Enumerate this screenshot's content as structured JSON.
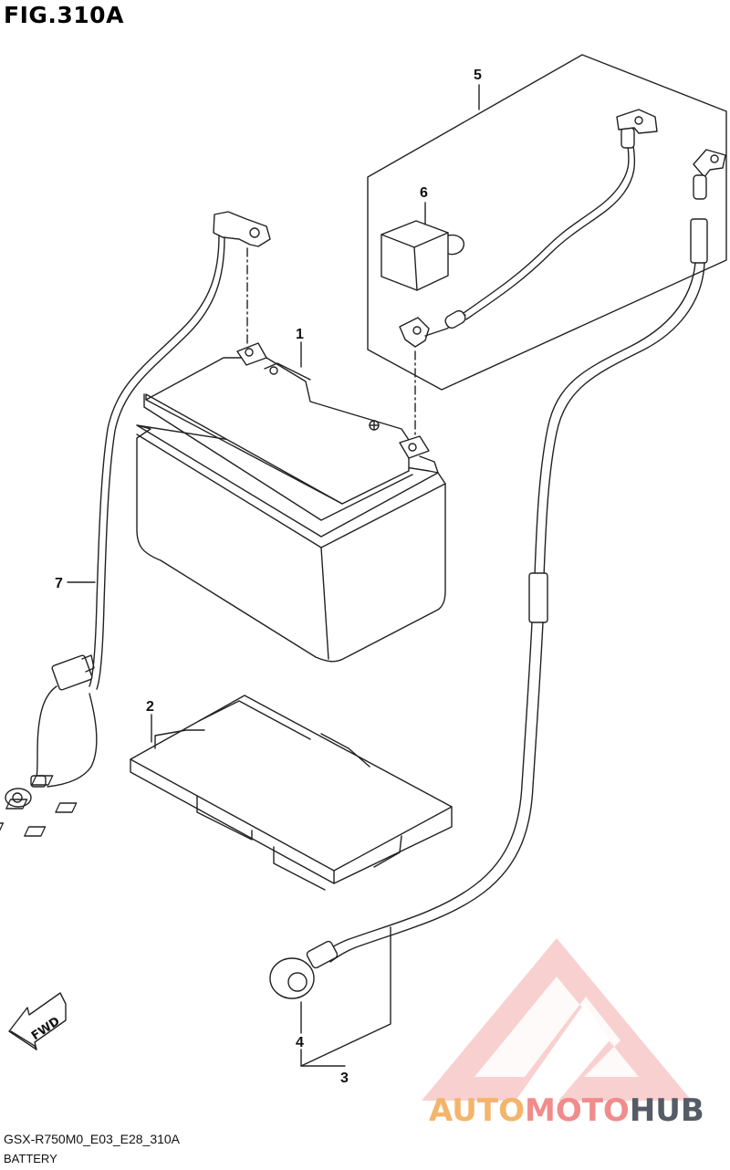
{
  "figure": {
    "title": "FIG.310A",
    "code": "GSX-R750M0_E03_E28_310A",
    "name": "BATTERY"
  },
  "callouts": {
    "battery": "1",
    "battery_tray": "2",
    "minus_lead_assy": "3",
    "minus_lead_end": "4",
    "plus_lead_set": "5",
    "terminal_cap": "6",
    "lead_wire": "7"
  },
  "direction_arrow": {
    "label": "FWD"
  },
  "watermark": {
    "text_a": "AUTO",
    "text_b": "MOTO",
    "text_c": "HUB",
    "colors": {
      "auto": "#f3b56c",
      "moto": "#f08c8c",
      "hub": "#555c66",
      "triangle": "#f08c8c"
    }
  },
  "colors": {
    "line": "#222222",
    "background": "#ffffff"
  }
}
